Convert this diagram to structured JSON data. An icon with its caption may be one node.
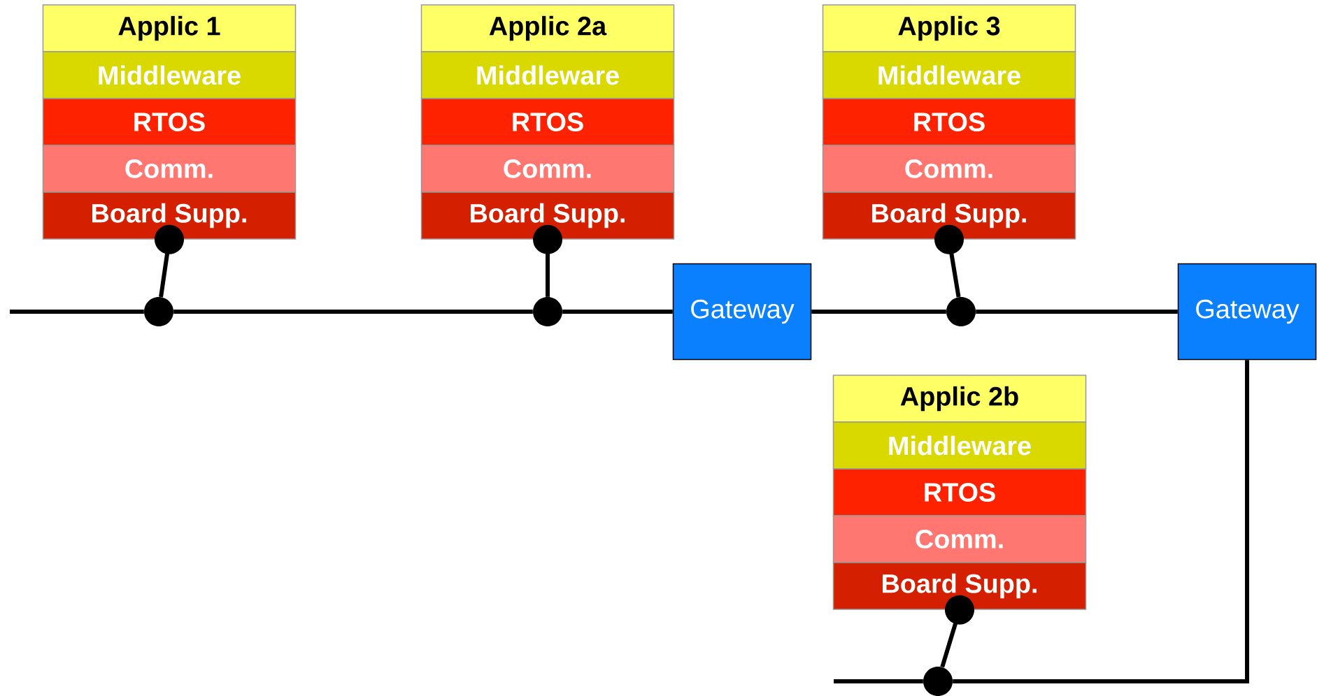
{
  "diagram": {
    "nodes": [
      {
        "text": [
          "Applic 1"
        ]
      },
      {
        "text": [
          "Middleware"
        ]
      },
      {
        "text": [
          "RTOS"
        ]
      },
      {
        "text": [
          "Comm."
        ]
      },
      {
        "text": [
          "Board Supp."
        ]
      },
      {
        "text": [
          "Applic 2a"
        ]
      },
      {
        "text": [
          "Middleware"
        ]
      },
      {
        "text": [
          "RTOS"
        ]
      },
      {
        "text": [
          "Comm."
        ]
      },
      {
        "text": [
          "Board Supp."
        ]
      },
      {
        "text": [
          "Applic 3"
        ]
      },
      {
        "text": [
          "Middleware"
        ]
      },
      {
        "text": [
          "RTOS"
        ]
      },
      {
        "text": [
          "Comm."
        ]
      },
      {
        "text": [
          "Board Supp."
        ]
      },
      {
        "text": [
          "Gateway"
        ]
      },
      {
        "text": [
          "Gateway"
        ]
      },
      {
        "text": [
          "Applic 2b"
        ]
      },
      {
        "text": [
          "Middleware"
        ]
      },
      {
        "text": [
          "RTOS"
        ]
      },
      {
        "text": [
          "Comm."
        ]
      },
      {
        "text": [
          "Board Supp."
        ]
      },
      {
        "text": [],
        "shape": "circle"
      },
      {
        "text": [],
        "shape": "circle"
      },
      {
        "text": [],
        "shape": "circle"
      },
      {
        "text": [],
        "shape": "circle"
      }
    ],
    "edges": [
      {
        "from": 4,
        "to": 22,
        "arrow": "other"
      },
      {
        "from": 9,
        "to": 23,
        "arrow": "other"
      },
      {
        "from": 14,
        "to": 24,
        "arrow": "other"
      },
      {
        "from": 21,
        "to": 25,
        "arrow": "other"
      },
      {
        "from": null,
        "to": 22,
        "arrow": "none"
      },
      {
        "from": 22,
        "to": 23,
        "arrow": "none"
      },
      {
        "from": 23,
        "to": 15,
        "arrow": "none"
      },
      {
        "from": 15,
        "to": 24,
        "arrow": "none"
      },
      {
        "from": 24,
        "to": 16,
        "arrow": "none"
      },
      {
        "from": 16,
        "to": 25,
        "arrow": "none"
      },
      {
        "from": 25,
        "to": null,
        "arrow": "none"
      }
    ]
  }
}
